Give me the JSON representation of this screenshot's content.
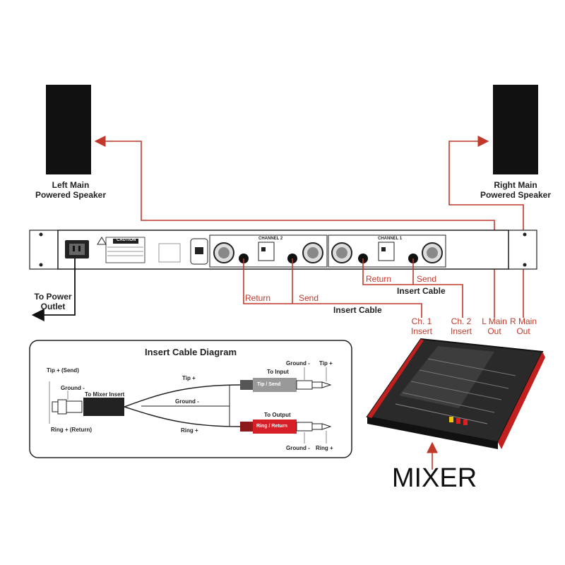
{
  "speakers": {
    "left": {
      "line1": "Left Main",
      "line2": "Powered Speaker"
    },
    "right": {
      "line1": "Right Main",
      "line2": "Powered Speaker"
    }
  },
  "power": {
    "line1": "To Power",
    "line2": "Outlet"
  },
  "cables": {
    "return_left": "Return",
    "send_left": "Send",
    "insert_cable_left": "Insert Cable",
    "return_right": "Return",
    "send_right": "Send",
    "insert_cable_right": "Insert Cable"
  },
  "mixer_ports": {
    "ch1": {
      "line1": "Ch. 1",
      "line2": "Insert"
    },
    "ch2": {
      "line1": "Ch. 2",
      "line2": "Insert"
    },
    "l_main": {
      "line1": "L Main",
      "line2": "Out"
    },
    "r_main": {
      "line1": "R Main",
      "line2": "Out"
    }
  },
  "rack": {
    "caution": "CAUTION",
    "channel2": "CHANNEL 2",
    "channel1": "CHANNEL 1"
  },
  "insert_diagram": {
    "title": "Insert Cable Diagram",
    "tip_send": "Tip + (Send)",
    "ground_left": "Ground -",
    "to_mixer_insert": "To Mixer Insert",
    "ring_return": "Ring + (Return)",
    "tip_plus_mid": "Tip +",
    "ground_mid": "Ground -",
    "ring_plus_mid": "Ring +",
    "to_input": "To Input",
    "tip_send_jack": "Tip / Send",
    "to_output": "To Output",
    "ring_return_jack": "Ring / Return",
    "ground_top_right": "Ground -",
    "tip_top_right": "Tip +",
    "ground_bottom_right": "Ground -",
    "ring_bottom_right": "Ring +"
  },
  "mixer_label": "MIXER",
  "colors": {
    "wire": "#c0392b",
    "black": "#111111",
    "red_jack": "#d61f26"
  }
}
